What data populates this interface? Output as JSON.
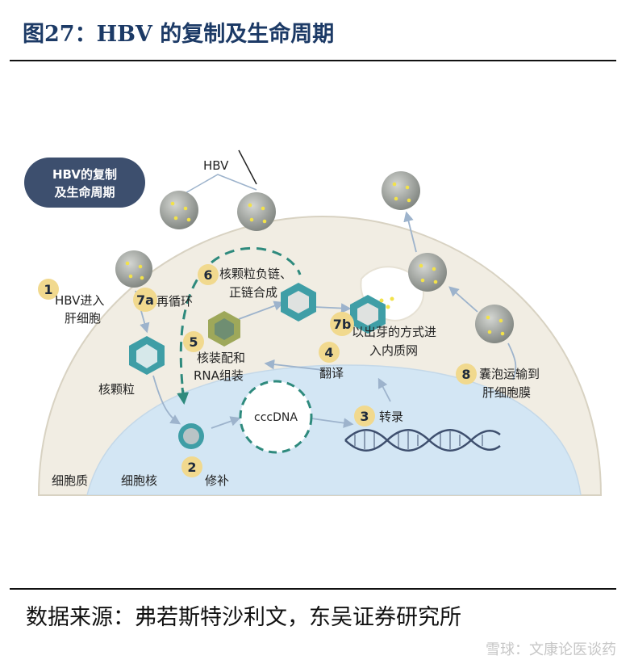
{
  "figure": {
    "title": "图27：HBV 的复制及生命周期",
    "source": "数据来源：弗若斯特沙利文，东吴证券研究所",
    "watermark": "雪球：文康论医谈药"
  },
  "diagram": {
    "badge_line1": "HBV的复制",
    "badge_line2": "及生命周期",
    "hbv_label": "HBV",
    "regions": {
      "cytoplasm": "细胞质",
      "nucleus": "细胞核",
      "cccdna": "cccDNA",
      "nucleocapsid": "核颗粒"
    },
    "steps": [
      {
        "num": "1",
        "line1": "HBV进入",
        "line2": "肝细胞"
      },
      {
        "num": "7a",
        "line1": "再循环",
        "line2": ""
      },
      {
        "num": "6",
        "line1": "核颗粒负链、",
        "line2": "正链合成"
      },
      {
        "num": "5",
        "line1": "核装配和",
        "line2": "RNA组装"
      },
      {
        "num": "7b",
        "line1": "以出芽的方式进",
        "line2": "入内质网"
      },
      {
        "num": "4",
        "line1": "翻译",
        "line2": ""
      },
      {
        "num": "3",
        "line1": "转录",
        "line2": ""
      },
      {
        "num": "2",
        "line1": "修补",
        "line2": ""
      },
      {
        "num": "8",
        "line1": "囊泡运输到",
        "line2": "肝细胞膜"
      }
    ]
  },
  "colors": {
    "title": "#1c3a66",
    "cell": "#f1ede3",
    "nucleus": "#d3e6f4",
    "badge": "#3d4f6e",
    "step_circle": "#f1d98e",
    "dashed": "#2e8a7d",
    "capsid": "#3f9ea6",
    "virion": "#9da19d",
    "dot": "#f2e24a"
  }
}
